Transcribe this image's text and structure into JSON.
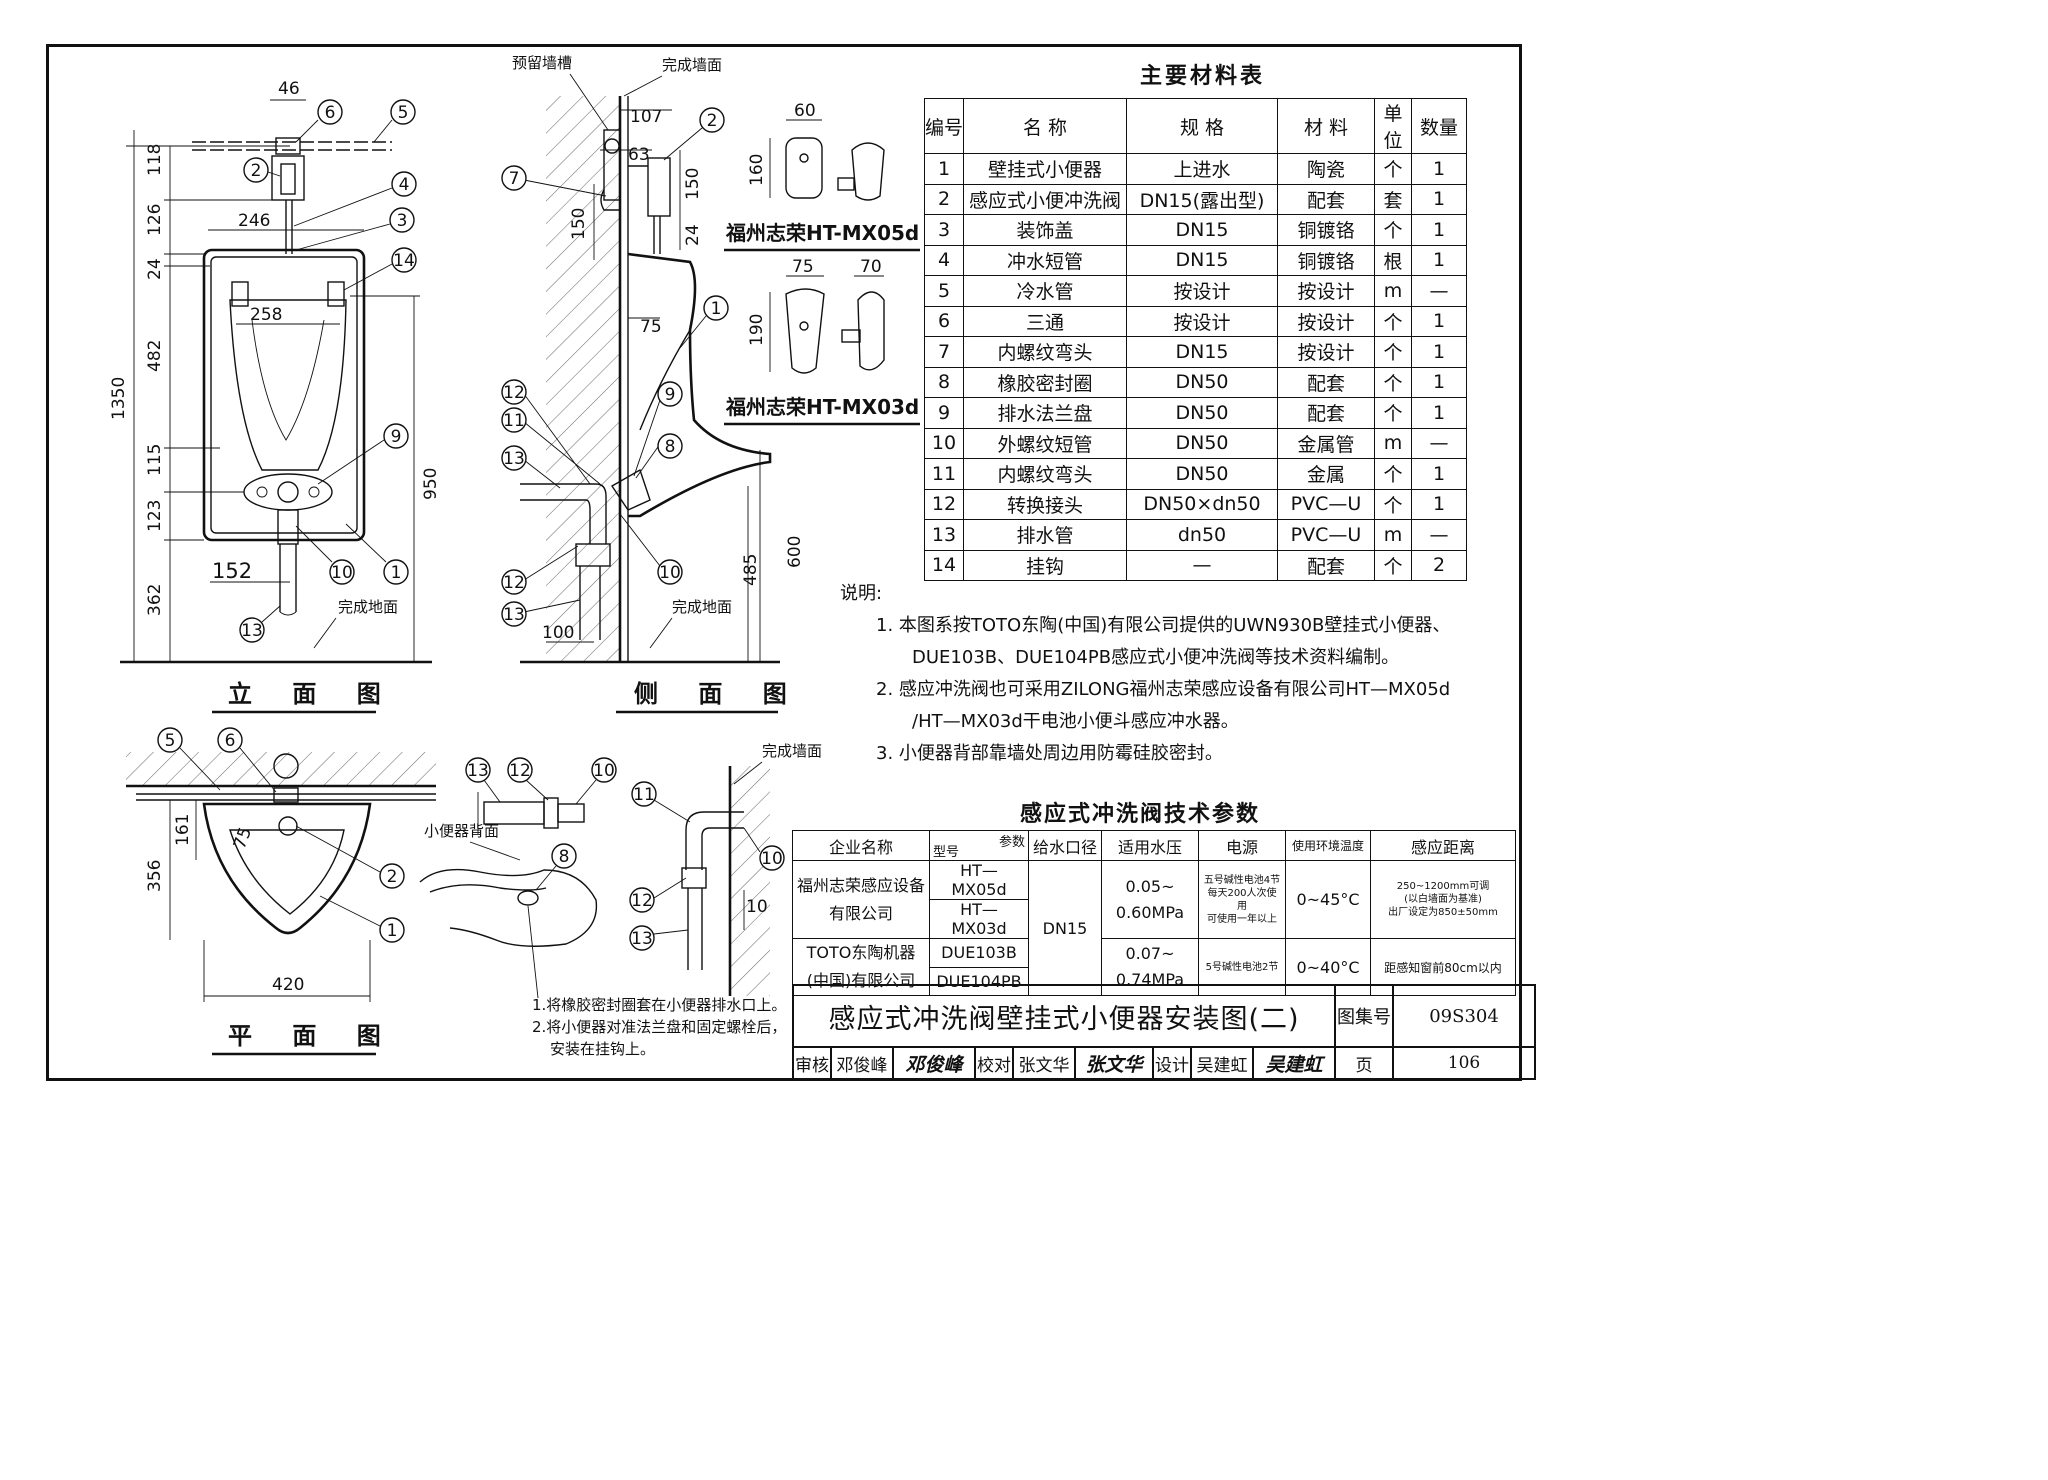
{
  "views": {
    "elevation_label": "立 面 图",
    "side_label": "侧 面 图",
    "plan_label": "平 面 图"
  },
  "elevation": {
    "dims": [
      "46",
      "118",
      "126",
      "246",
      "24",
      "258",
      "482",
      "1350",
      "115",
      "950",
      "123",
      "152",
      "362"
    ],
    "floor_label": "完成地面",
    "callouts": [
      "6",
      "5",
      "2",
      "4",
      "3",
      "14",
      "9",
      "10",
      "1",
      "13"
    ]
  },
  "side": {
    "reserved_slot": "预留墙槽",
    "wall_face": "完成墙面",
    "floor_label": "完成地面",
    "dims": [
      "107",
      "63",
      "150",
      "150",
      "24",
      "75",
      "600",
      "485",
      "100"
    ],
    "callouts": [
      "2",
      "7",
      "1",
      "12",
      "11",
      "13",
      "9",
      "8",
      "10",
      "12",
      "13"
    ]
  },
  "valves": [
    {
      "name": "福州志荣HT-MX05d",
      "dims": [
        "60",
        "160"
      ]
    },
    {
      "name": "福州志荣HT-MX03d",
      "dims": [
        "75",
        "70",
        "190"
      ]
    }
  ],
  "plan": {
    "dims": [
      "161",
      "75",
      "356",
      "420"
    ],
    "callouts": [
      "5",
      "6",
      "2",
      "1"
    ]
  },
  "detail": {
    "back_label": "小便器背面",
    "wall_face": "完成墙面",
    "dim": "10",
    "callouts": [
      "13",
      "12",
      "10",
      "8",
      "11",
      "10",
      "12",
      "13"
    ],
    "instructions": [
      "1.将橡胶密封圈套在小便器排水口上。",
      "2.将小便器对准法兰盘和固定螺栓后，",
      "安装在挂钩上。"
    ]
  },
  "materials": {
    "title": "主要材料表",
    "headers": [
      "编号",
      "名 称",
      "规 格",
      "材 料",
      "单位",
      "数量"
    ],
    "rows": [
      [
        "1",
        "壁挂式小便器",
        "上进水",
        "陶瓷",
        "个",
        "1"
      ],
      [
        "2",
        "感应式小便冲洗阀",
        "DN15(露出型)",
        "配套",
        "套",
        "1"
      ],
      [
        "3",
        "装饰盖",
        "DN15",
        "铜镀铬",
        "个",
        "1"
      ],
      [
        "4",
        "冲水短管",
        "DN15",
        "铜镀铬",
        "根",
        "1"
      ],
      [
        "5",
        "冷水管",
        "按设计",
        "按设计",
        "m",
        "—"
      ],
      [
        "6",
        "三通",
        "按设计",
        "按设计",
        "个",
        "1"
      ],
      [
        "7",
        "内螺纹弯头",
        "DN15",
        "按设计",
        "个",
        "1"
      ],
      [
        "8",
        "橡胶密封圈",
        "DN50",
        "配套",
        "个",
        "1"
      ],
      [
        "9",
        "排水法兰盘",
        "DN50",
        "配套",
        "个",
        "1"
      ],
      [
        "10",
        "外螺纹短管",
        "DN50",
        "金属管",
        "m",
        "—"
      ],
      [
        "11",
        "内螺纹弯头",
        "DN50",
        "金属",
        "个",
        "1"
      ],
      [
        "12",
        "转换接头",
        "DN50×dn50",
        "PVC—U",
        "个",
        "1"
      ],
      [
        "13",
        "排水管",
        "dn50",
        "PVC—U",
        "m",
        "—"
      ],
      [
        "14",
        "挂钩",
        "—",
        "配套",
        "个",
        "2"
      ]
    ]
  },
  "notes": {
    "heading": "说明:",
    "items": [
      "1. 本图系按TOTO东陶(中国)有限公司提供的UWN930B壁挂式小便器、",
      "DUE103B、DUE104PB感应式小便冲洗阀等技术资料编制。",
      "2. 感应冲洗阀也可采用ZILONG福州志荣感应设备有限公司HT—MX05d",
      "/HT—MX03d干电池小便斗感应冲水器。",
      "3. 小便器背部靠墙处周边用防霉硅胶密封。"
    ]
  },
  "params": {
    "title": "感应式冲洗阀技术参数",
    "headers": {
      "company": "企业名称",
      "param": "参数",
      "model": "型号",
      "inlet": "给水口径",
      "pressure": "适用水压",
      "power": "电源",
      "temp": "使用环境温度",
      "distance": "感应距离"
    },
    "zilong": {
      "company": [
        "福州志荣感应设备",
        "有限公司"
      ],
      "models": [
        "HT—MX05d",
        "HT—MX03d"
      ],
      "pressure": [
        "0.05~",
        "0.60MPa"
      ],
      "power": [
        "五号碱性电池4节",
        "每天200人次使用",
        "可使用一年以上"
      ],
      "temp": "0~45°C",
      "distance": [
        "250~1200mm可调",
        "(以白墙面为基准)",
        "出厂设定为850±50mm"
      ]
    },
    "toto": {
      "company": [
        "TOTO东陶机器",
        "(中国)有限公司"
      ],
      "models": [
        "DUE103B",
        "DUE104PB"
      ],
      "pressure": [
        "0.07~",
        "0.74MPa"
      ],
      "power": "5号碱性电池2节",
      "temp": "0~40°C",
      "distance": "距感知窗前80cm以内"
    },
    "inlet": "DN15"
  },
  "title_block": {
    "title": "感应式冲洗阀壁挂式小便器安装图(二)",
    "atlas_label": "图集号",
    "atlas_no": "09S304",
    "review_label": "审核",
    "reviewer": "邓俊峰",
    "reviewer_sig": "邓俊峰",
    "check_label": "校对",
    "checker": "张文华",
    "checker_sig": "张文华",
    "design_label": "设计",
    "designer": "吴建虹",
    "designer_sig": "吴建虹",
    "page_label": "页",
    "page_no": "106"
  }
}
